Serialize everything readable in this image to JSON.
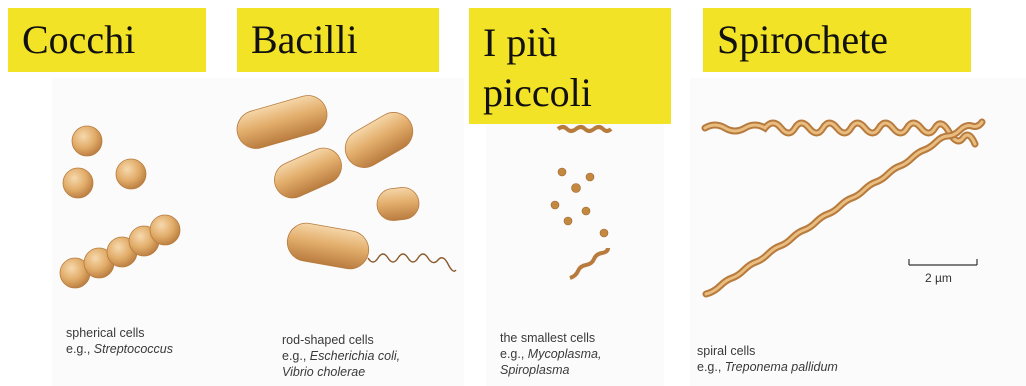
{
  "labels": {
    "cocci": "Cocchi",
    "bacilli": "Bacilli",
    "smallest_line1": "I più",
    "smallest_line2": "piccoli",
    "spirochetes": "Spirochete"
  },
  "captions": {
    "cocci": {
      "line1": "spherical cells",
      "prefix": "e.g., ",
      "example": "Streptococcus"
    },
    "bacilli": {
      "line1": "rod-shaped cells",
      "prefix": "e.g., ",
      "example1": "Escherichia coli,",
      "example2": "Vibrio cholerae"
    },
    "smallest": {
      "line1": "the smallest cells",
      "prefix": "e.g., ",
      "example1": "Mycoplasma,",
      "example2": "Spiroplasma"
    },
    "spiral": {
      "line1": "spiral cells",
      "prefix": "e.g., ",
      "example": "Treponema pallidum"
    }
  },
  "scale_bar": {
    "label": "2 µm"
  },
  "colors": {
    "label_background": "#f3e327",
    "cell_fill": "#dfa965",
    "cell_highlight": "#f4d2a2",
    "cell_edge": "#b77b3e"
  }
}
